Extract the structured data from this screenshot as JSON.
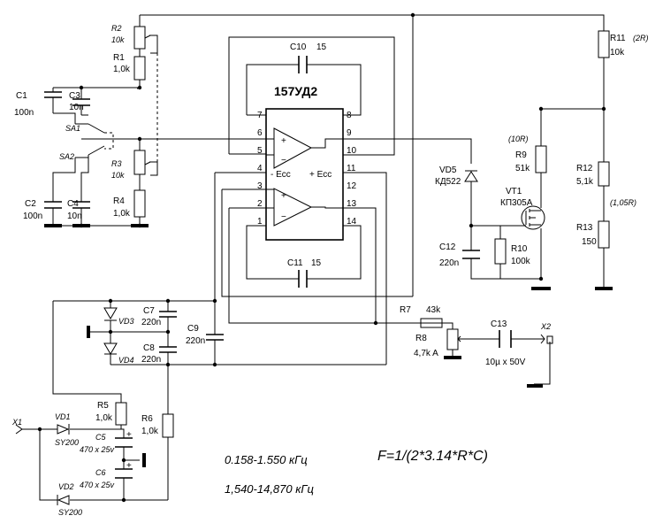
{
  "chip": {
    "name": "157УД2",
    "pins": [
      "7",
      "8",
      "6",
      "9",
      "5",
      "10",
      "4",
      "11",
      "3",
      "12",
      "2",
      "13",
      "1",
      "14"
    ],
    "neg_supply": "- Ecc",
    "pos_supply": "+ Ecc",
    "plus": "+",
    "minus": "−"
  },
  "components": {
    "R1": {
      "ref": "R1",
      "value": "1,0k"
    },
    "R2": {
      "ref": "R2",
      "value": "10k"
    },
    "R3": {
      "ref": "R3",
      "value": "10k"
    },
    "R4": {
      "ref": "R4",
      "value": "1,0k"
    },
    "R5": {
      "ref": "R5",
      "value": "1,0k"
    },
    "R6": {
      "ref": "R6",
      "value": "1,0k"
    },
    "R7": {
      "ref": "R7",
      "value": "43k"
    },
    "R8": {
      "ref": "R8",
      "value": "4,7k A"
    },
    "R9": {
      "ref": "R9",
      "value": "51k",
      "note": "(10R)"
    },
    "R10": {
      "ref": "R10",
      "value": "100k"
    },
    "R11": {
      "ref": "R11",
      "value": "10k",
      "note": "(2R)"
    },
    "R12": {
      "ref": "R12",
      "value": "5,1k",
      "note": "(1,05R)"
    },
    "R13": {
      "ref": "R13",
      "value": "150"
    },
    "C1": {
      "ref": "C1",
      "value": "100n"
    },
    "C2": {
      "ref": "C2",
      "value": "100n"
    },
    "C3": {
      "ref": "C3",
      "value": "10n"
    },
    "C4": {
      "ref": "C4",
      "value": "10n"
    },
    "C5": {
      "ref": "C5",
      "value": "470 x 25v"
    },
    "C6": {
      "ref": "C6",
      "value": "470 x 25v"
    },
    "C7": {
      "ref": "C7",
      "value": "220n"
    },
    "C8": {
      "ref": "C8",
      "value": "220n"
    },
    "C9": {
      "ref": "C9",
      "value": "220n"
    },
    "C10": {
      "ref": "C10",
      "value": "15"
    },
    "C11": {
      "ref": "C11",
      "value": "15"
    },
    "C12": {
      "ref": "C12",
      "value": "220n"
    },
    "C13": {
      "ref": "C13",
      "value": "10µ x 50V"
    },
    "VD1": {
      "ref": "VD1",
      "value": "SY200"
    },
    "VD2": {
      "ref": "VD2",
      "value": "SY200"
    },
    "VD3": {
      "ref": "VD3"
    },
    "VD4": {
      "ref": "VD4"
    },
    "VD5": {
      "ref": "VD5",
      "value": "КД522"
    },
    "VT1": {
      "ref": "VT1",
      "value": "КП305А"
    },
    "SA1": {
      "ref": "SA1"
    },
    "SA2": {
      "ref": "SA2"
    },
    "X1": {
      "ref": "X1"
    },
    "X2": {
      "ref": "X2"
    }
  },
  "notes": {
    "range1": "0.158-1.550 кГц",
    "range2": "1,540-14,870 кГц",
    "formula": "F=1/(2*3.14*R*C)"
  }
}
